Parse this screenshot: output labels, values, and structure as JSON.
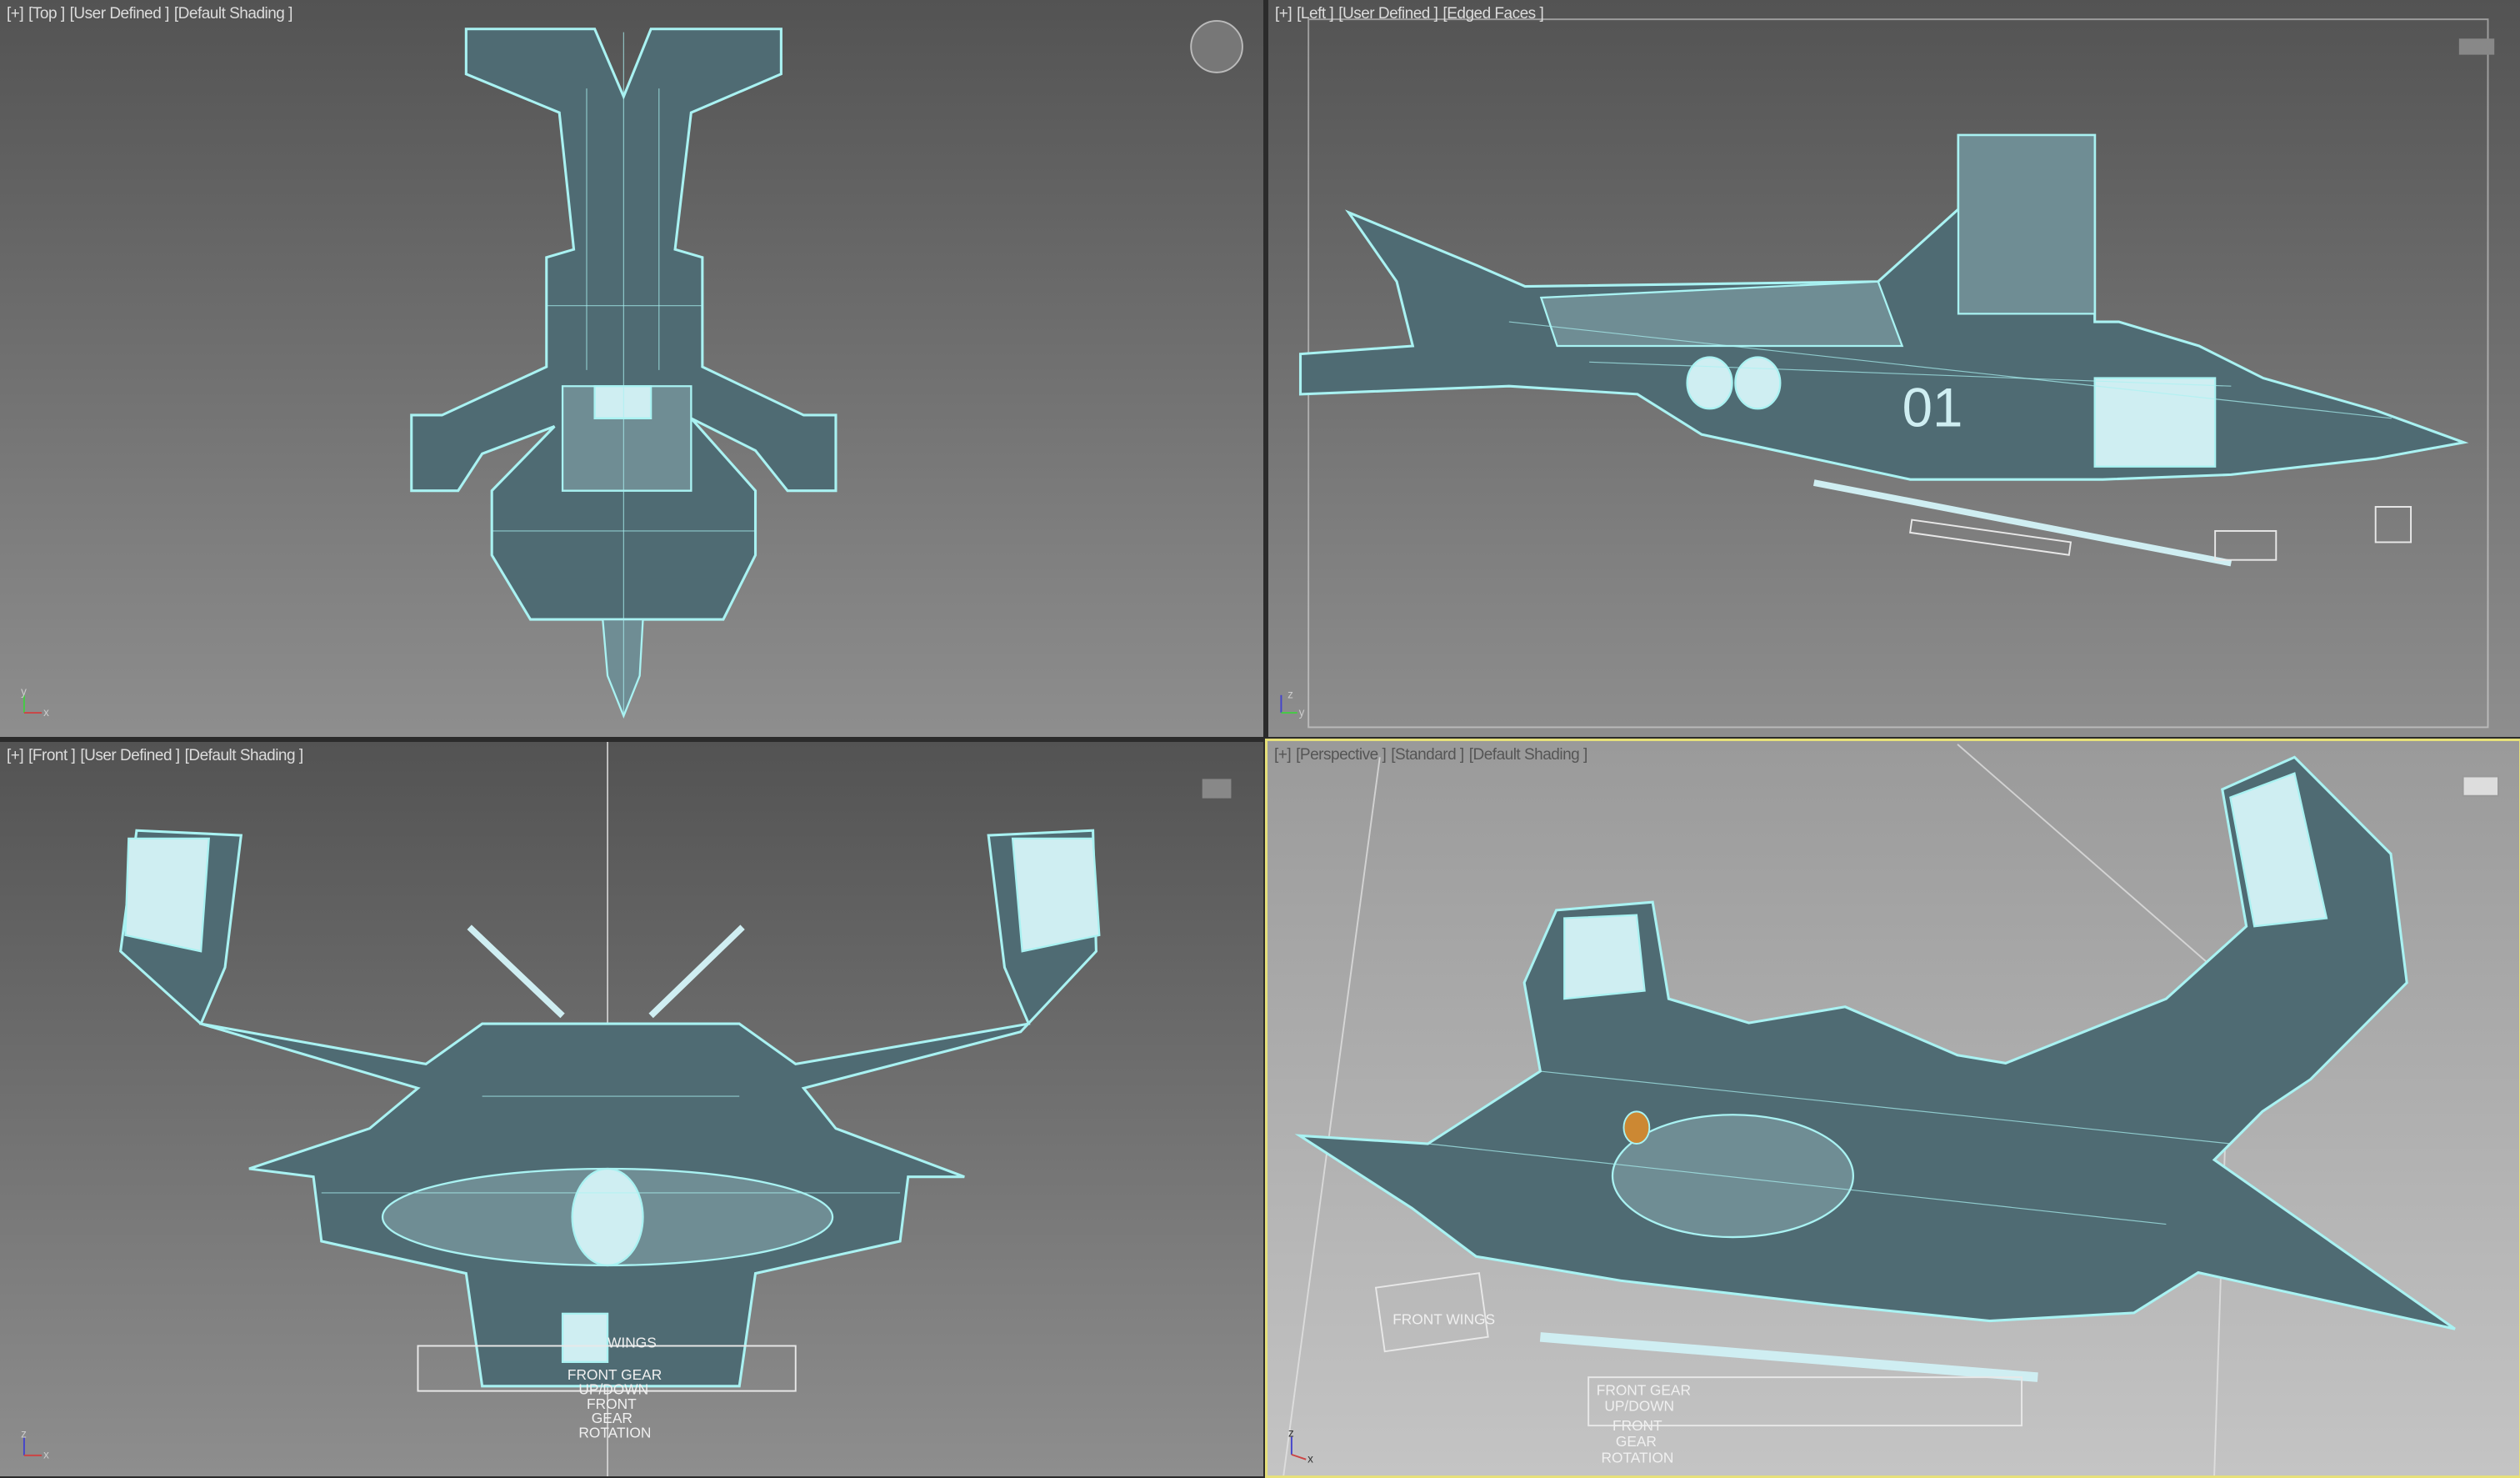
{
  "viewports": [
    {
      "id": "top",
      "labels": [
        "[+]",
        "[Top ]",
        "[User Defined ]",
        "[Default Shading ]"
      ],
      "active": false
    },
    {
      "id": "left",
      "labels": [
        "[+]",
        "[Left ]",
        "[User Defined ]",
        "[Edged Faces ]"
      ],
      "active": false
    },
    {
      "id": "front",
      "labels": [
        "[+]",
        "[Front ]",
        "[User Defined ]",
        "[Default Shading ]"
      ],
      "active": false
    },
    {
      "id": "perspective",
      "labels": [
        "[+]",
        "[Perspective ]",
        "[Standard ]",
        "[Default Shading ]"
      ],
      "active": true
    }
  ],
  "model": {
    "hull_number": "01"
  },
  "helpers": {
    "front": [
      "WINGS",
      "FRONT GEAR",
      "UP/DOWN",
      "FRONT",
      "GEAR",
      "ROTATION"
    ],
    "perspective": [
      "FRONT WINGS",
      "FRONT GEAR",
      "UP/DOWN",
      "FRONT",
      "GEAR",
      "ROTATION"
    ]
  },
  "axes": {
    "top": [
      "y",
      "x"
    ],
    "left": [
      "z",
      "y"
    ],
    "front": [
      "z",
      "x"
    ],
    "perspective": [
      "z",
      "x"
    ]
  },
  "colors": {
    "wireframe": "#a9f2f2",
    "mesh": "#4f6b73",
    "active_border": "#e6e07a",
    "viewport_bg_top": "#535353",
    "viewport_bg_bottom": "#8e8e8e"
  },
  "icons": [
    "viewcube-icon",
    "axis-tripod-icon"
  ]
}
